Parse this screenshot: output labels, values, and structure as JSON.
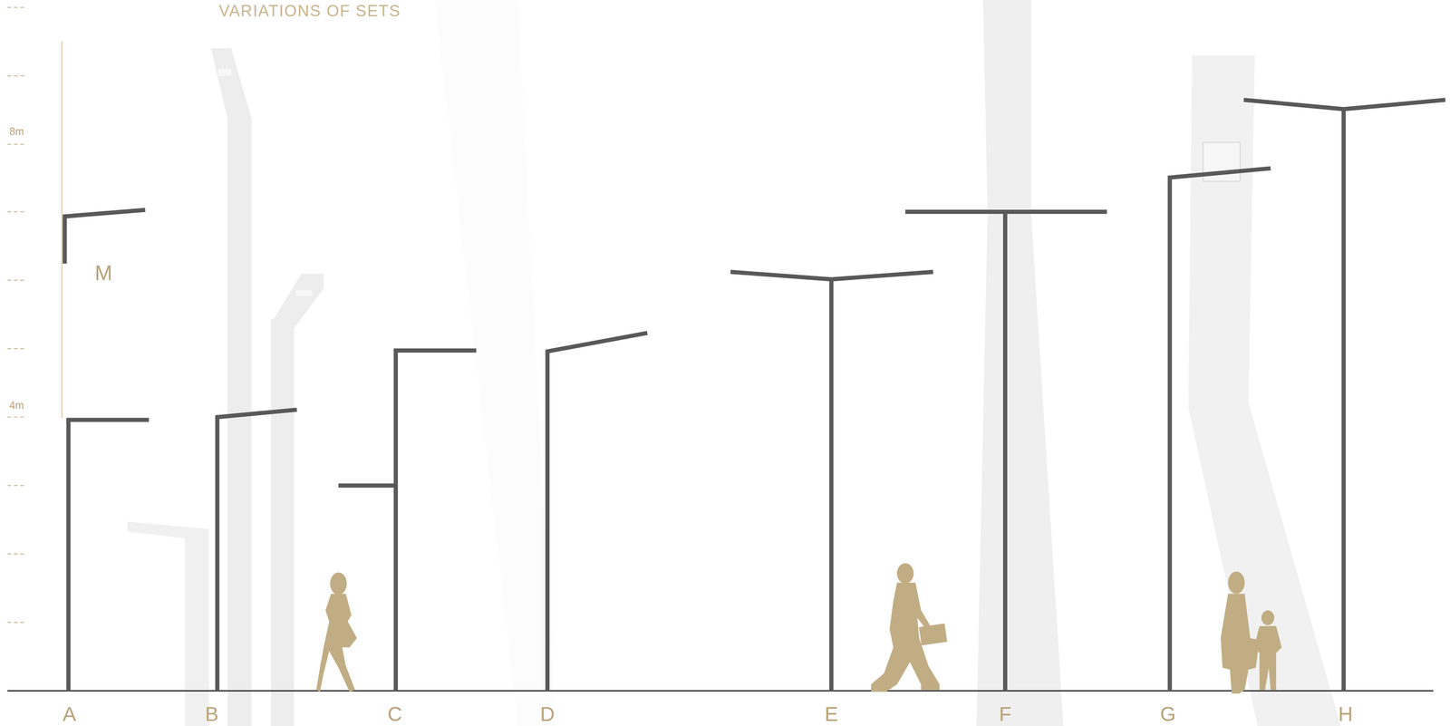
{
  "diagram": {
    "title": "VARIATIONS OF SETS",
    "labels": [
      "8m",
      "4m",
      "M",
      "A",
      "B",
      "C",
      "D",
      "E",
      "F",
      "G",
      "H"
    ]
  }
}
